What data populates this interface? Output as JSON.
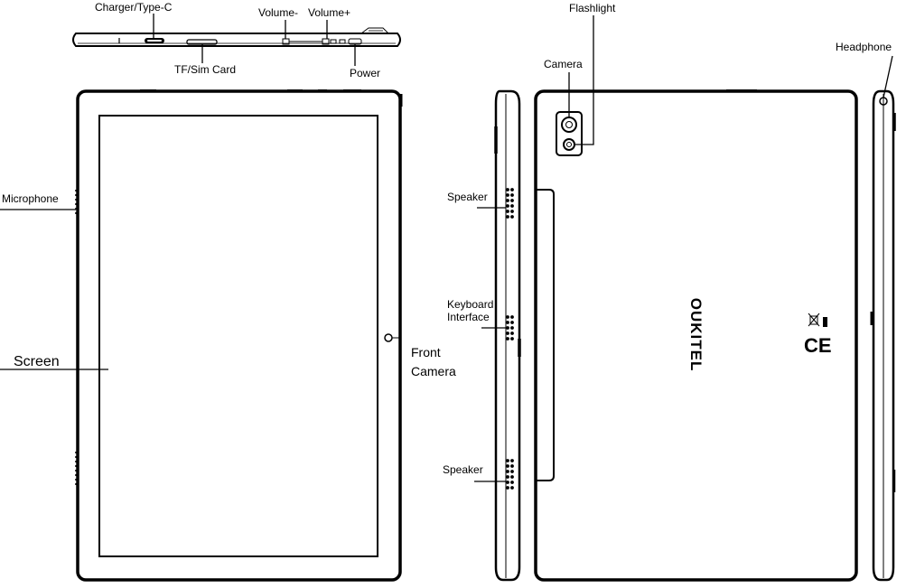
{
  "labels": {
    "charger": "Charger/Type-C",
    "sim": "TF/Sim Card",
    "volume_down": "Volume-",
    "volume_up": "Volume+",
    "power": "Power",
    "flashlight": "Flashlight",
    "camera": "Camera",
    "headphone": "Headphone",
    "microphone": "Microphone",
    "screen": "Screen",
    "front_camera": "Front\nCamera",
    "speaker_top": "Speaker",
    "keyboard": "Keyboard\nInterface",
    "speaker_bottom": "Speaker"
  },
  "brand": "OUKITEL",
  "ce_mark": "CE"
}
